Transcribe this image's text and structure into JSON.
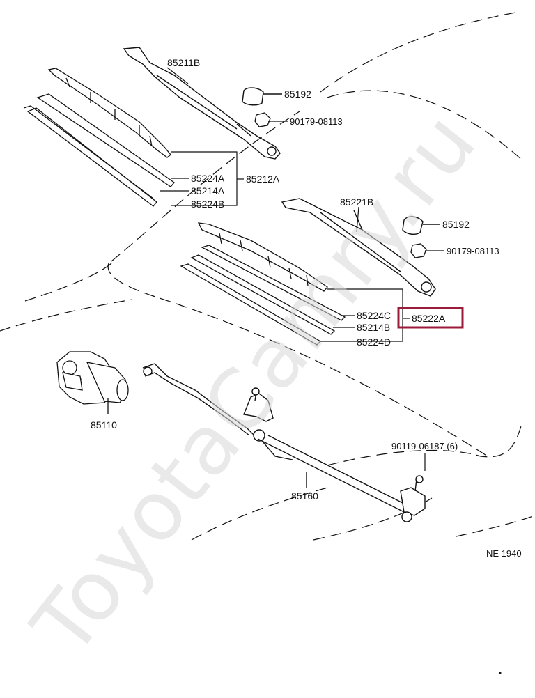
{
  "labels": {
    "part_85211B": "85211B",
    "part_85192_top": "85192",
    "part_90179_top": "90179-08113",
    "part_85224A": "85224A",
    "part_85212A": "85212A",
    "part_85214A": "85214A",
    "part_85224B": "85224B",
    "part_85221B": "85221B",
    "part_85192_mid": "85192",
    "part_90179_mid": "90179-08113",
    "part_85224C": "85224C",
    "part_85222A": "85222A",
    "part_85214B": "85214B",
    "part_85224D": "85224D",
    "part_85110": "85110",
    "part_90119": "90119-06187 (6)",
    "part_85160": "85160",
    "figure_code": "NE 1940"
  },
  "watermark": "ToyotaCamry.ru",
  "colors": {
    "line": "#111111",
    "highlight": "#9b1b3a",
    "watermark": "#d8d8d8"
  }
}
